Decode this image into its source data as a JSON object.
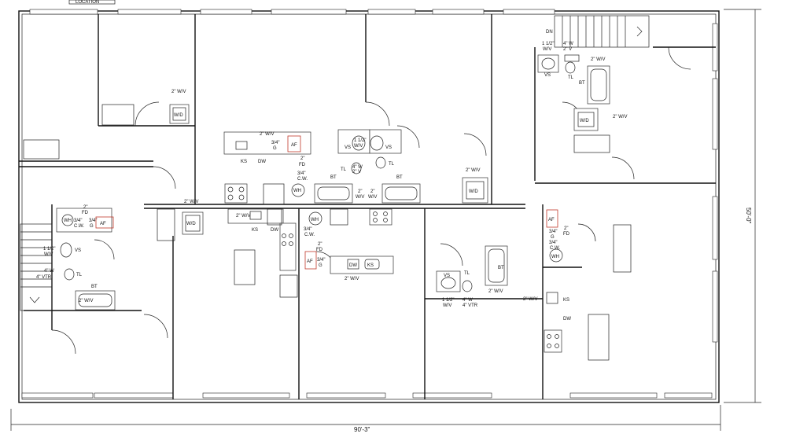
{
  "drawing": {
    "top_note": "LOCATION",
    "north_marker": "DN",
    "dimensions": {
      "width": "90'-3\"",
      "depth": "50'-0\""
    }
  },
  "labels": {
    "wv2": "2\" W/V",
    "wv15": "1 1/2\"",
    "wv_short": "W/V",
    "w4": "4\" W",
    "v2": "2\" V",
    "vtr4": "4\" VTR",
    "fd": "FD",
    "two": "2\"",
    "g34": "3/4\"",
    "g": "G",
    "cw": "C.W.",
    "af": "AF",
    "wh": "WH",
    "wd": "W/D",
    "ks": "KS",
    "dw": "DW",
    "vs": "VS",
    "tl": "TL",
    "bt": "BT",
    "one_half": "1 1/2\""
  }
}
